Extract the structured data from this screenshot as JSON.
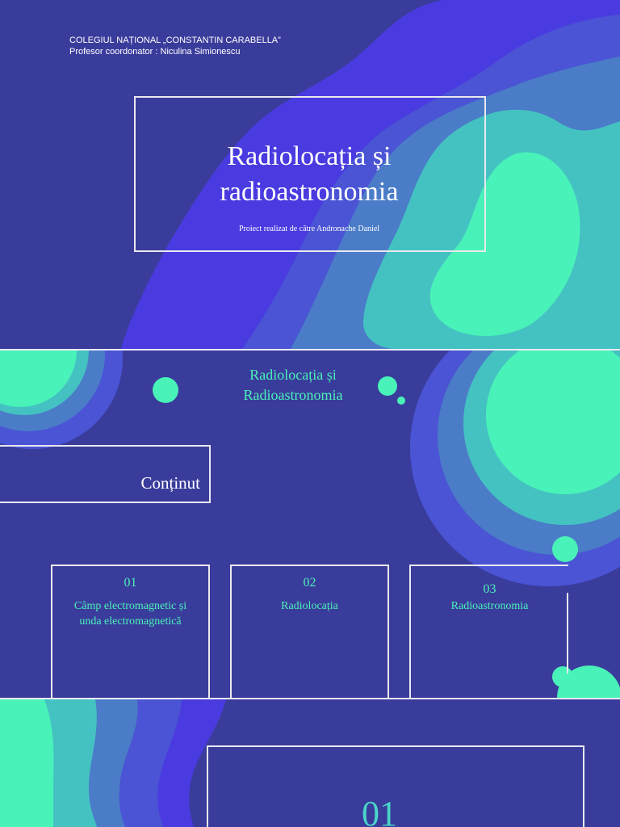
{
  "slide1": {
    "school": "COLEGIUL NAȚIONAL „CONSTANTIN CARABELLA”",
    "coordinator": "Profesor coordonator : Niculina Simionescu",
    "title_line1": "Radiolocația și",
    "title_line2": "radioastronomia",
    "subtitle": "Proiect realizat de către  Andronache Daniel"
  },
  "slide2": {
    "title_line1": "Radiolocația și",
    "title_line2": "Radioastronomia",
    "contents_label": "Conținut",
    "items": [
      {
        "number": "01",
        "text": "Câmp electromagnetic și unda electromagnetică"
      },
      {
        "number": "02",
        "text": "Radiolocația"
      },
      {
        "number": "03",
        "text": "Radioastronomia"
      }
    ]
  },
  "slide3": {
    "number": "01"
  },
  "colors": {
    "background": "#3a3c9c",
    "accent_green": "#49f2b8",
    "teal": "#44c2c2",
    "blue": "#4a7cc8",
    "violet": "#4a3be0"
  }
}
